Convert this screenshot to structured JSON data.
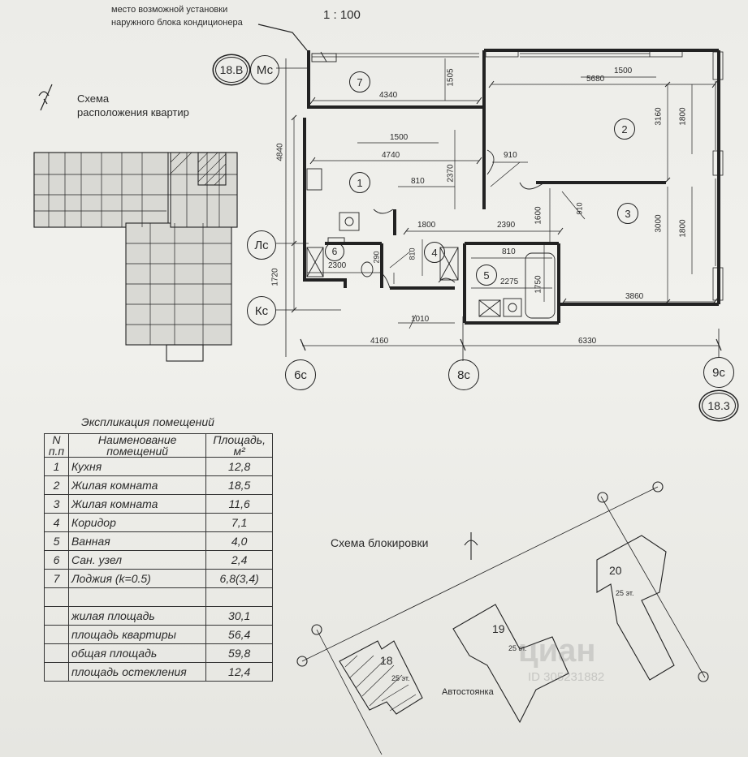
{
  "header": {
    "scale": "1 : 100",
    "ac_note_line1": "место возможной установки",
    "ac_note_line2": "наружного блока кондиционера"
  },
  "layout_scheme": {
    "title_line1": "Схема",
    "title_line2": "расположения квартир"
  },
  "plan": {
    "axis_top_left_a": "18.В",
    "axis_top_left_b": "Мс",
    "axis_ls": "Лс",
    "axis_ks": "Кс",
    "axis_6c": "6с",
    "axis_8c": "8с",
    "axis_9c": "9с",
    "axis_183": "18.3",
    "rooms": [
      "7",
      "1",
      "2",
      "3",
      "4",
      "5",
      "6"
    ],
    "dims": {
      "d4340": "4340",
      "d1505": "1505",
      "d5680": "5680",
      "d1500a": "1500",
      "d3160": "3160",
      "d1800a": "1800",
      "d4840": "4840",
      "d1500b": "1500",
      "d4740": "4740",
      "d910a": "910",
      "d810a": "810",
      "d2370": "2370",
      "d910b": "910",
      "d1600": "1600",
      "d1800b": "1800",
      "d2390": "2390",
      "d810b": "810",
      "d3000": "3000",
      "d1800c": "1800",
      "d810c": "810",
      "d2300": "2300",
      "d290": "290",
      "d2275": "2275",
      "d1750": "1750",
      "d3860": "3860",
      "d1720": "1720",
      "d1010": "1010",
      "d4160": "4160",
      "d6330": "6330"
    }
  },
  "explication": {
    "title": "Экспликация помещений",
    "head_n1": "N",
    "head_n2": "п.п",
    "head_name1": "Наименование",
    "head_name2": "помещений",
    "head_area1": "Площадь,",
    "head_area2": "м²",
    "rows": [
      {
        "n": "1",
        "name": "Кухня",
        "area": "12,8"
      },
      {
        "n": "2",
        "name": "Жилая комната",
        "area": "18,5"
      },
      {
        "n": "3",
        "name": "Жилая комната",
        "area": "11,6"
      },
      {
        "n": "4",
        "name": "Коридор",
        "area": "7,1"
      },
      {
        "n": "5",
        "name": "Ванная",
        "area": "4,0"
      },
      {
        "n": "6",
        "name": "Сан. узел",
        "area": "2,4"
      },
      {
        "n": "7",
        "name": "Лоджия (k=0.5)",
        "area": "6,8(3,4)"
      }
    ],
    "totals": [
      {
        "name": "жилая площадь",
        "area": "30,1"
      },
      {
        "name": "площадь квартиры",
        "area": "56,4"
      },
      {
        "name": "общая площадь",
        "area": "59,8"
      },
      {
        "name": "площадь остекления",
        "area": "12,4"
      }
    ]
  },
  "blocking": {
    "title": "Схема блокировки",
    "b20": "20",
    "b20_floors": "25 эт.",
    "b19": "19",
    "b19_floors": "25 эт.",
    "b18": "18",
    "b18_floors": "25 эт.",
    "parking": "Автостоянка",
    "watermark_a": "циан",
    "watermark_b": "ID 305231882"
  }
}
